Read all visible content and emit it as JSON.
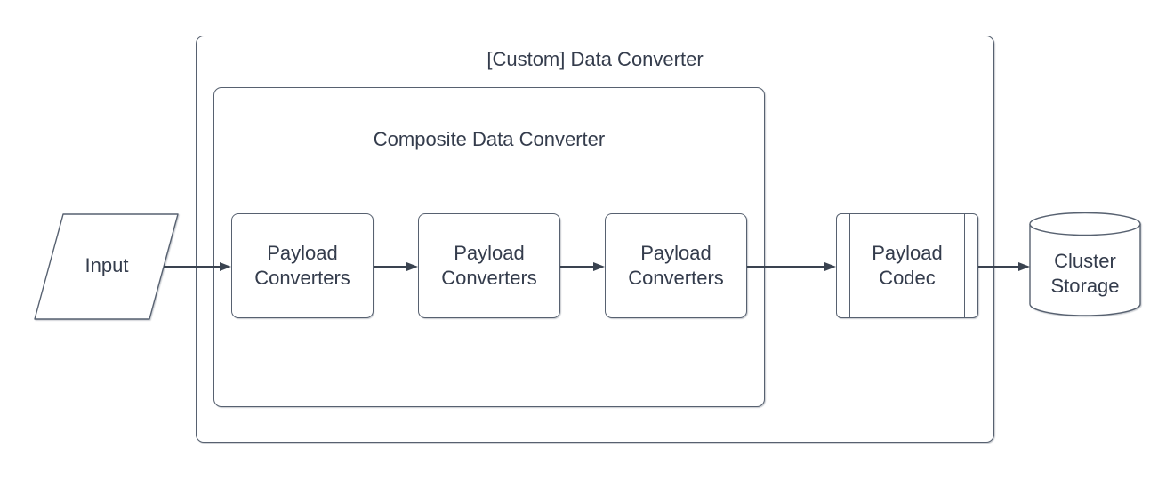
{
  "diagram": {
    "background": "#ffffff",
    "colors": {
      "shape_fill": "#ffffff",
      "shape_stroke": "#576170",
      "text": "#343c4c",
      "arrow": "#3a4350"
    },
    "containers": {
      "outer": {
        "label": "[Custom] Data Converter"
      },
      "inner": {
        "label": "Composite Data Converter"
      }
    },
    "nodes": {
      "input": {
        "label": "Input",
        "shape": "parallelogram"
      },
      "converter1": {
        "label": "Payload\nConverters",
        "shape": "rounded-rectangle"
      },
      "converter2": {
        "label": "Payload\nConverters",
        "shape": "rounded-rectangle"
      },
      "converter3": {
        "label": "Payload\nConverters",
        "shape": "rounded-rectangle"
      },
      "codec": {
        "label": "Payload\nCodec",
        "shape": "subprocess"
      },
      "storage": {
        "label": "Cluster\nStorage",
        "shape": "cylinder"
      }
    },
    "edges": [
      {
        "from": "input",
        "to": "converter1"
      },
      {
        "from": "converter1",
        "to": "converter2"
      },
      {
        "from": "converter2",
        "to": "converter3"
      },
      {
        "from": "converter3",
        "to": "codec"
      },
      {
        "from": "codec",
        "to": "storage"
      }
    ]
  }
}
